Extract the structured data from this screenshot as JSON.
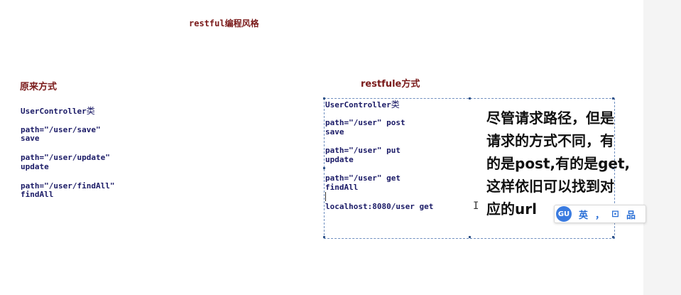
{
  "title": "restful编程风格",
  "left": {
    "heading": "原来方式",
    "lines": [
      {
        "a": "UserController",
        "b": "类"
      },
      {
        "a": "path=\"/user/save\"",
        "b": ""
      },
      {
        "a": "save",
        "b": ""
      },
      {
        "a": "path=\"/user/update\"",
        "b": ""
      },
      {
        "a": "update",
        "b": ""
      },
      {
        "a": "path=\"/user/findAll\"",
        "b": ""
      },
      {
        "a": "findAll",
        "b": ""
      }
    ]
  },
  "right": {
    "heading": "restfule方式",
    "lines": [
      {
        "a": "UserController",
        "b": "类"
      },
      {
        "a": "path=\"/user\" post",
        "b": ""
      },
      {
        "a": "save",
        "b": ""
      },
      {
        "a": "path=\"/user\" put",
        "b": ""
      },
      {
        "a": "update",
        "b": ""
      },
      {
        "a": "path=\"/user\" get",
        "b": ""
      },
      {
        "a": "findAll",
        "b": ""
      },
      {
        "a": "localhost:8080/user get",
        "b": ""
      }
    ]
  },
  "note": {
    "lines": [
      "尽管请求路径，但是",
      "请求的方式不同，有",
      "的是post,有的是get,",
      "这样依旧可以找到对",
      "应的url"
    ]
  },
  "toolbar": {
    "logo": "GU",
    "item1": "英",
    "item2": "，",
    "item3": "⊡",
    "item4": "品"
  },
  "icons": {
    "text_cursor": "I"
  }
}
